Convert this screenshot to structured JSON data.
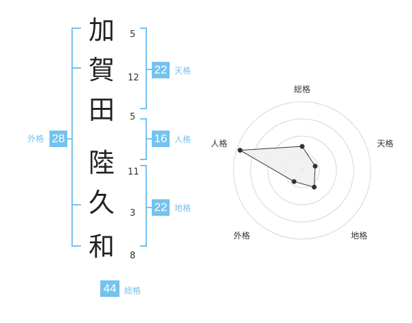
{
  "characters": [
    {
      "char": "加",
      "strokes": "5"
    },
    {
      "char": "賀",
      "strokes": "12"
    },
    {
      "char": "田",
      "strokes": "5"
    },
    {
      "char": "陸",
      "strokes": "11"
    },
    {
      "char": "久",
      "strokes": "3"
    },
    {
      "char": "和",
      "strokes": "8"
    }
  ],
  "fortunes": {
    "tenkaku": {
      "value": "22",
      "label": "天格"
    },
    "jinkaku": {
      "value": "16",
      "label": "人格"
    },
    "chikaku": {
      "value": "22",
      "label": "地格"
    },
    "gaikaku": {
      "value": "28",
      "label": "外格"
    },
    "soukaku": {
      "value": "44",
      "label": "総格"
    }
  },
  "radar": {
    "axes": [
      "総格",
      "天格",
      "地格",
      "外格",
      "人格"
    ],
    "levels": 4,
    "values": [
      0.35,
      0.2,
      0.3,
      0.2,
      0.95
    ],
    "colors": {
      "grid": "#d6d6d6",
      "stroke": "#333333",
      "fill": "#efefef",
      "point": "#333333",
      "center": "#cccccc"
    }
  }
}
